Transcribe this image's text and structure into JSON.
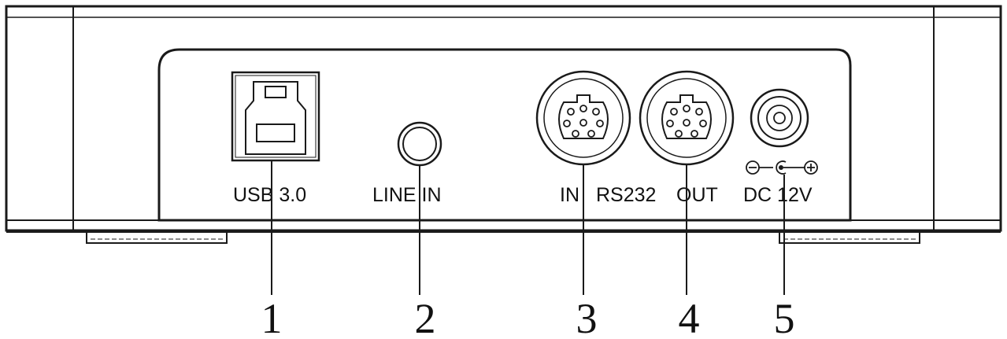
{
  "labels": {
    "usb": "USB 3.0",
    "line_in": "LINE IN",
    "rs232_in": "IN",
    "rs232": "RS232",
    "rs232_out": "OUT",
    "dc": "DC 12V"
  },
  "callouts": [
    "1",
    "2",
    "3",
    "4",
    "5"
  ],
  "colors": {
    "line": "#1a1a1a",
    "background": "#ffffff"
  }
}
